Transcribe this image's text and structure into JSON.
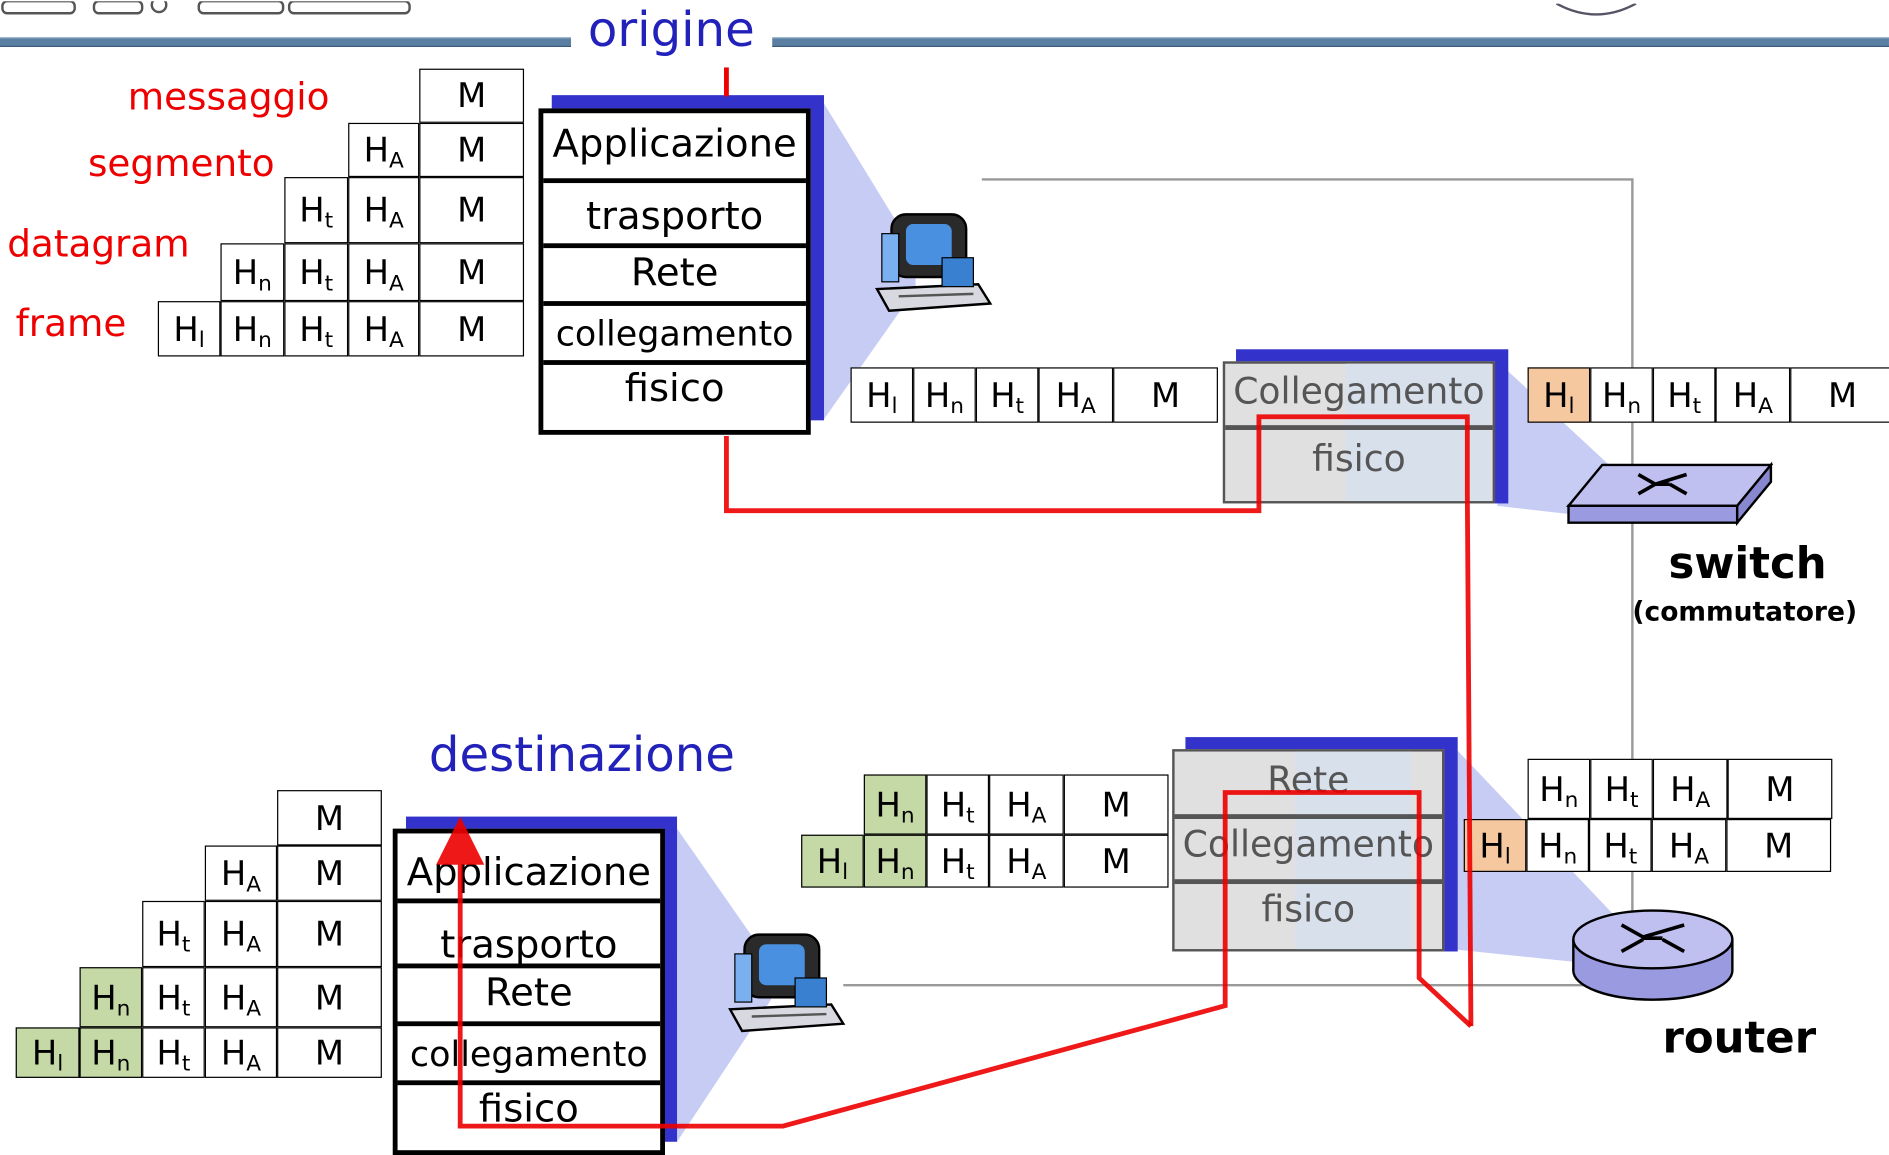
{
  "titles": {
    "source": "origine",
    "destination": "destinazione"
  },
  "unit_labels": [
    "messaggio",
    "segmento",
    "datagram",
    "frame"
  ],
  "src_stack_layers": [
    "Applicazione",
    "trasporto",
    "Rete",
    "collegamento",
    "fisico"
  ],
  "dst_stack_layers": [
    "Applicazione",
    "trasporto",
    "Rete",
    "collegamento",
    "fisico"
  ],
  "switch_layers": [
    "Collegamento",
    "fisico"
  ],
  "router_layers": [
    "Rete",
    "Collegamento",
    "fisico"
  ],
  "switch_label": "switch",
  "switch_sublabel": "(commutatore)",
  "router_label": "router",
  "header_tokens": {
    "H": "H",
    "sub_app": "A",
    "sub_transport": "t",
    "sub_network": "n",
    "sub_link": "l",
    "message": "M"
  },
  "colors": {
    "highlight_orange": "#f5c8a0",
    "highlight_green": "#c4d9a5",
    "path_red": "#ee0000",
    "stack_shadow": "#3333cc",
    "title_blue": "#2222bb"
  }
}
